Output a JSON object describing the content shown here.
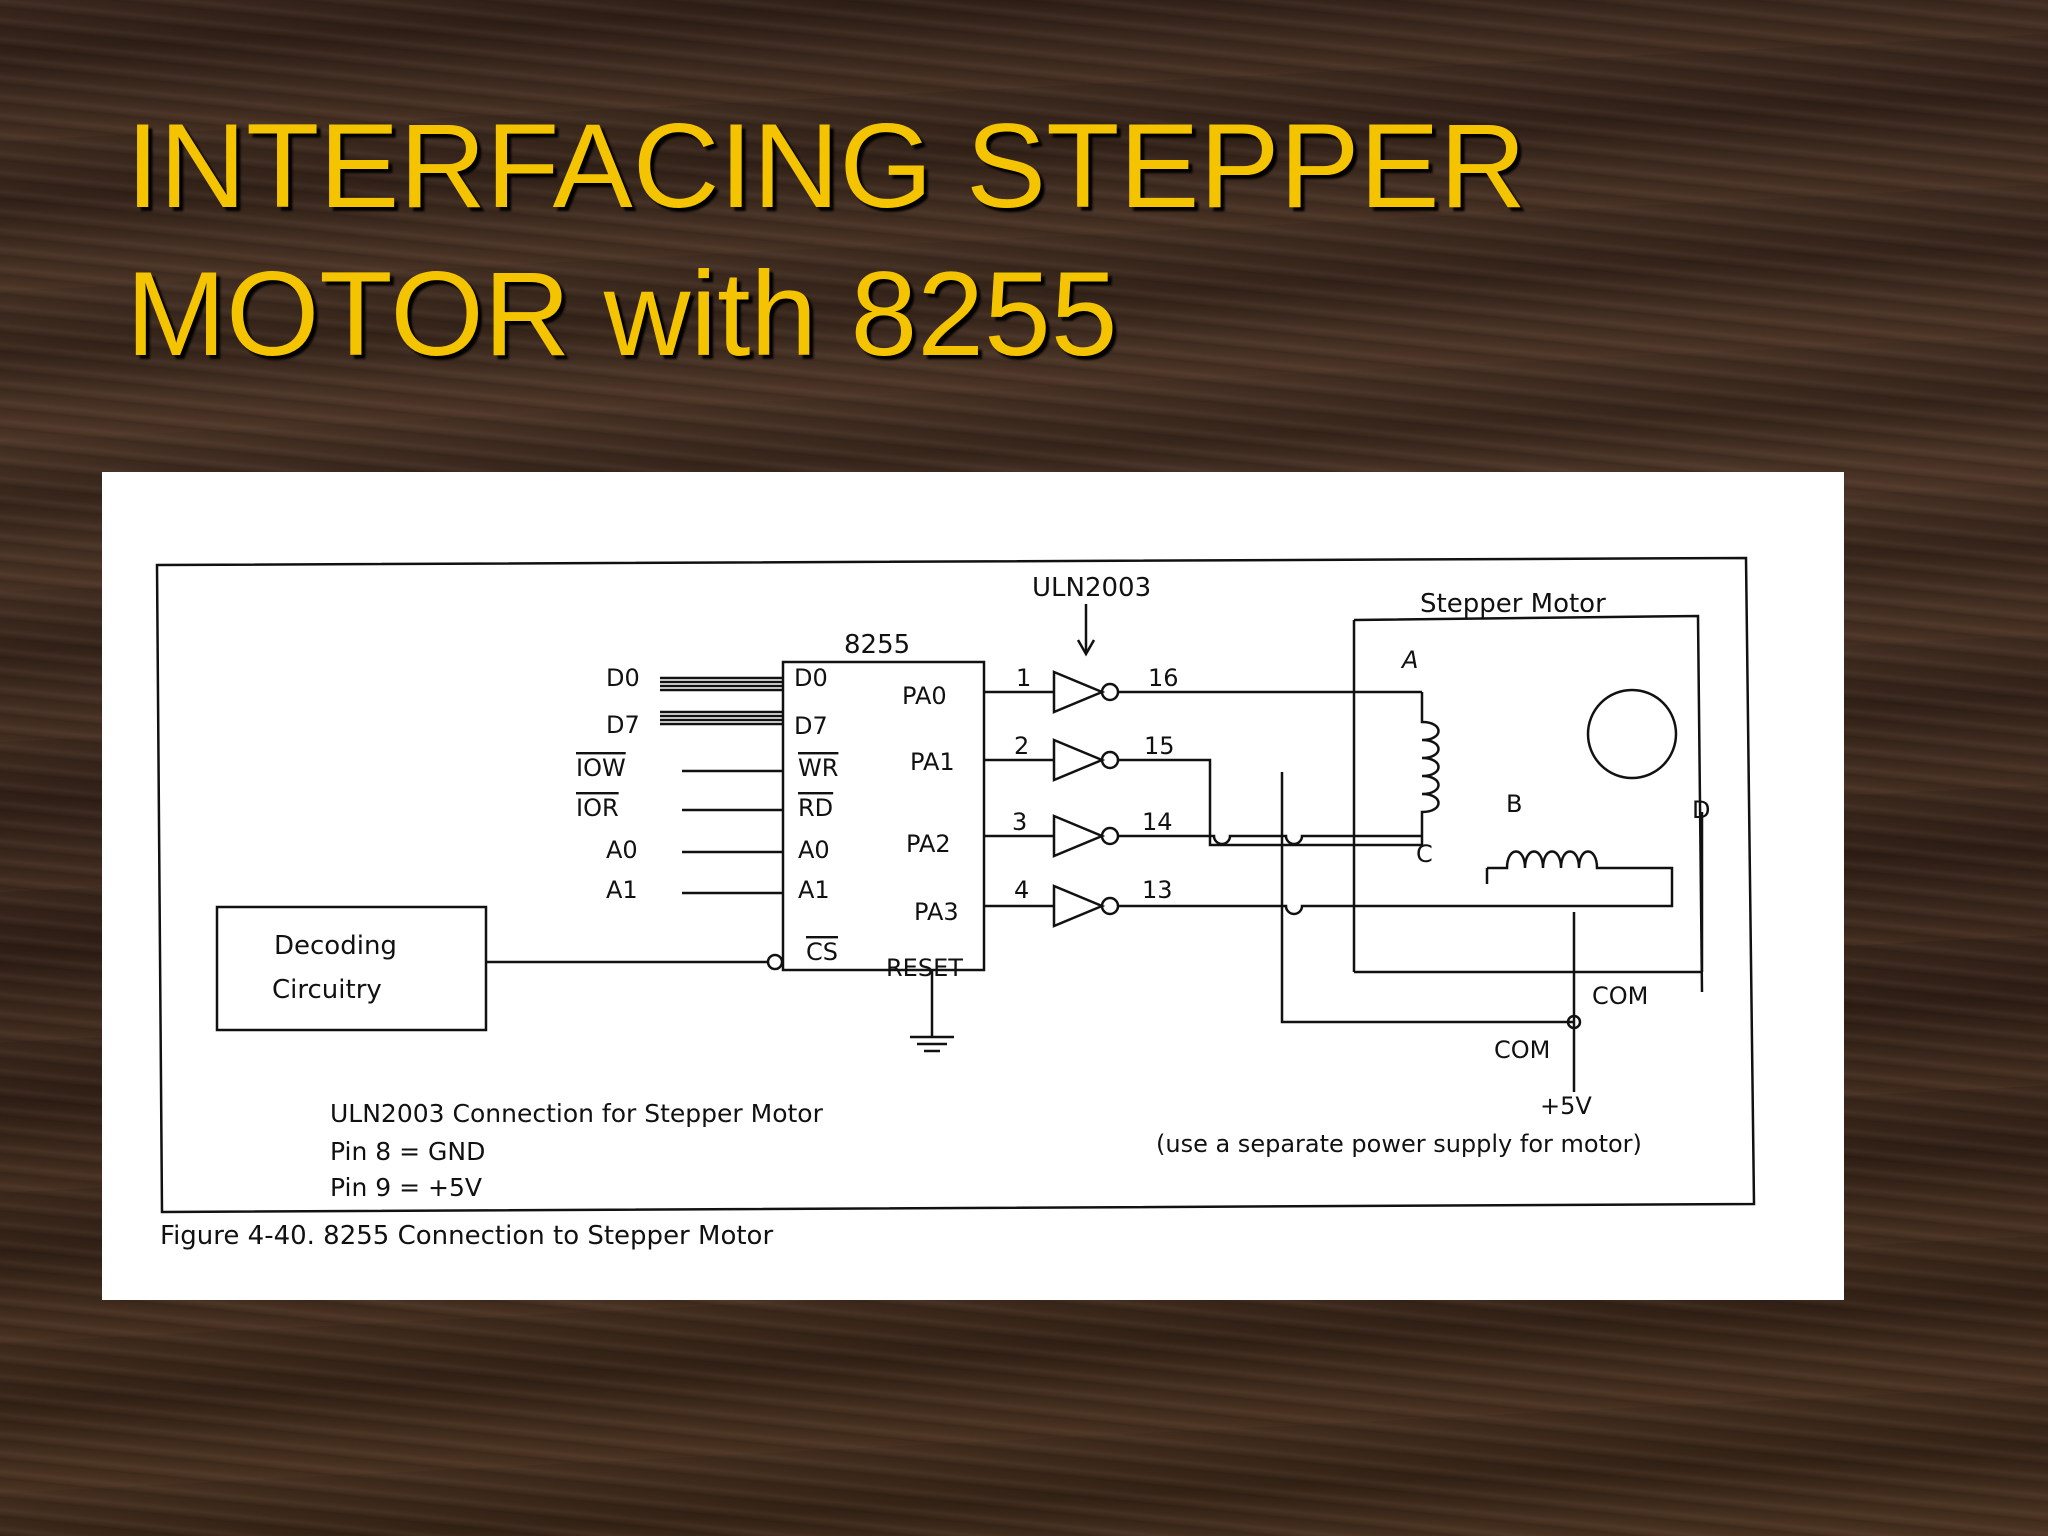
{
  "slide": {
    "title": "INTERFACING STEPPER\nMOTOR with 8255",
    "title_color": "#f5c400"
  },
  "diagram": {
    "uln_label": "ULN2003",
    "stepper_label": "Stepper Motor",
    "ppi_label": "8255",
    "bus_labels": [
      "D0",
      "D7",
      "IOW",
      "IOR",
      "A0",
      "A1"
    ],
    "ppi_left_pins": [
      "D0",
      "D7",
      "WR",
      "RD",
      "A0",
      "A1",
      "CS"
    ],
    "ppi_right_pins": [
      "PA0",
      "PA1",
      "PA2",
      "PA3",
      "RESET"
    ],
    "inputs": [
      "1",
      "2",
      "3",
      "4"
    ],
    "outputs": [
      "16",
      "15",
      "14",
      "13"
    ],
    "coil_labels": [
      "A",
      "B",
      "C",
      "D"
    ],
    "decoder_label": [
      "Decoding",
      "Circuitry"
    ],
    "com_right": "COM",
    "com_left": "COM",
    "vcc": "+5V",
    "psu_note": "(use a separate power supply for motor)",
    "note_lines": [
      "ULN2003 Connection for Stepper Motor",
      "Pin 8 = GND",
      "Pin 9 = +5V"
    ],
    "caption": "Figure 4-40. 8255 Connection to Stepper Motor"
  }
}
